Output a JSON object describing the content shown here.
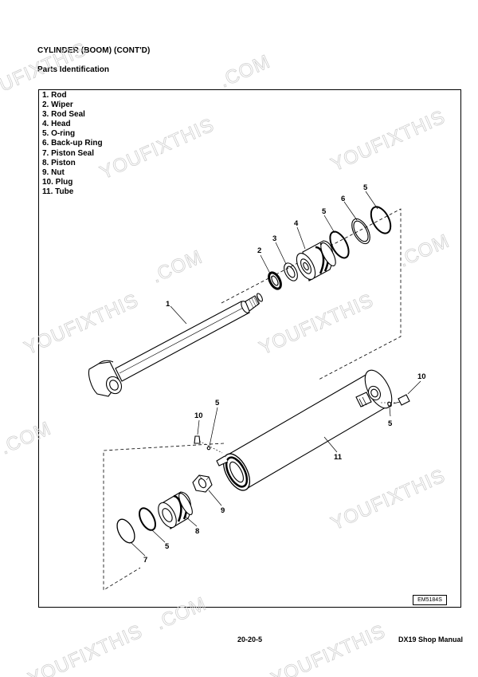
{
  "header": {
    "section_title": "CYLINDER (BOOM) (CONT'D)",
    "subsection_title": "Parts Identification"
  },
  "parts_list": [
    "1. Rod",
    "2. Wiper",
    "3. Rod Seal",
    "4. Head",
    "5. O-ring",
    "6. Back-up Ring",
    "7. Piston Seal",
    "8. Piston",
    "9. Nut",
    "10. Plug",
    "11. Tube"
  ],
  "callouts": {
    "rod": "1",
    "wiper": "2",
    "rod_seal": "3",
    "head": "4",
    "head_oring": "5",
    "backup_ring": "6",
    "outer_oring": "5",
    "tube_plug": "10",
    "tube_oring": "5",
    "tube_side_plug": "10",
    "tube_side_oring": "5",
    "tube": "11",
    "nut": "9",
    "piston": "8",
    "piston_oring": "5",
    "piston_seal": "7"
  },
  "figure_id": "EM5184S",
  "footer": {
    "page_number": "20-20-5",
    "manual_title": "DX19 Shop Manual"
  },
  "watermark": {
    "text": "YOUFIXTHIS",
    "suffix": ".COM",
    "color": "#cfcfcf"
  }
}
